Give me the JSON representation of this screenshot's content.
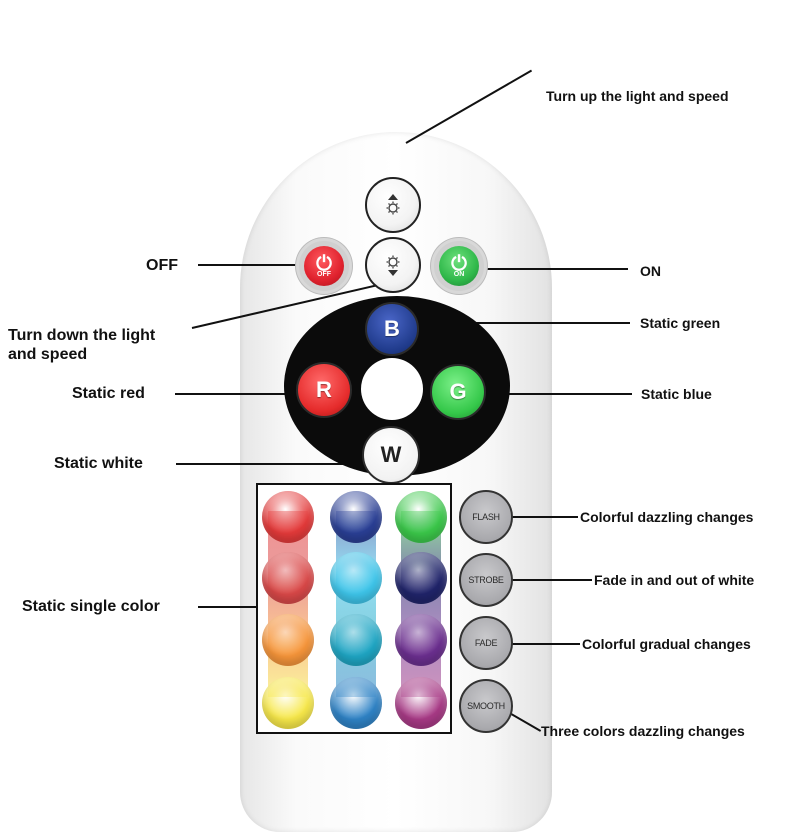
{
  "labels": {
    "turn_up": "Turn up the light and speed",
    "off": "OFF",
    "on": "ON",
    "turn_down_1": "Turn down the light",
    "turn_down_2": "and speed",
    "static_green": "Static green",
    "static_red": "Static red",
    "static_blue": "Static blue",
    "static_white": "Static white",
    "static_single_color": "Static single color",
    "colorful_dazzling": "Colorful dazzling changes",
    "fade_white": "Fade in and out of white",
    "colorful_gradual": "Colorful gradual changes",
    "three_colors": "Three colors dazzling changes"
  },
  "buttons": {
    "off_text": "OFF",
    "on_text": "ON",
    "blue_letter": "B",
    "red_letter": "R",
    "green_letter": "G",
    "white_letter": "W",
    "flash": "FLASH",
    "strobe": "STROBE",
    "fade": "FADE",
    "smooth": "SMOOTH"
  },
  "icons": {
    "brightness_up": "brightness-up-icon",
    "brightness_down": "brightness-down-icon",
    "power": "power-icon"
  },
  "colors": {
    "off_red": "#e0222e",
    "on_green": "#2fb84a",
    "blue": "#1f3a8a",
    "red": "#e52b2b",
    "green": "#35c84a",
    "swatches": [
      [
        "#e43a3a",
        "#2a3f95",
        "#3bc84a"
      ],
      [
        "#d94848",
        "#3ec5ea",
        "#20246a"
      ],
      [
        "#f6953a",
        "#1fa6c4",
        "#6b2f8f"
      ],
      [
        "#f7e84a",
        "#2f83c6",
        "#a83a86"
      ]
    ]
  }
}
